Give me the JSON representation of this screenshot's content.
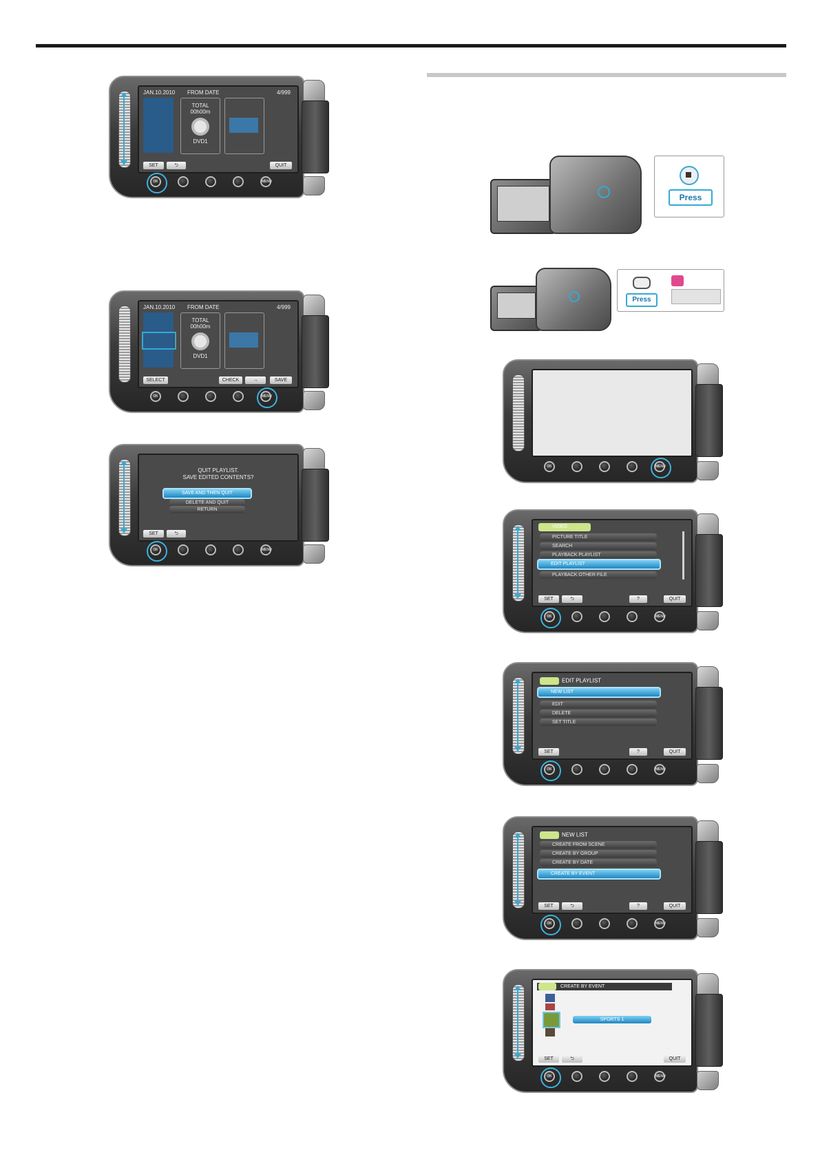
{
  "left_screens": {
    "s1": {
      "date": "JAN.10.2010",
      "mode": "FROM DATE",
      "count": "4/999",
      "total_label": "TOTAL",
      "total_time": "00h00m",
      "disc": "DVD1",
      "soft_set": "SET",
      "soft_back": "⮌",
      "soft_quit": "QUIT"
    },
    "s2": {
      "date": "JAN.10.2010",
      "mode": "FROM DATE",
      "count": "4/999",
      "total_label": "TOTAL",
      "total_time": "00h00m",
      "disc": "DVD1",
      "soft_select": "SELECT",
      "soft_check": "CHECK",
      "soft_arrow": "→",
      "soft_save": "SAVE"
    },
    "s3": {
      "line1": "QUIT PLAYLIST.",
      "line2": "SAVE EDITED CONTENTS?",
      "opt1": "SAVE AND THEN QUIT",
      "opt2": "DELETE AND QUIT",
      "opt3": "RETURN",
      "soft_set": "SET",
      "soft_back": "⮌"
    }
  },
  "right_screens": {
    "press_label": "Press",
    "menu": {
      "header": "VIDEO",
      "items": [
        "PICTURE TITLE",
        "SEARCH",
        "PLAYBACK PLAYLIST",
        "EDIT PLAYLIST",
        "PLAYBACK OTHER FILE"
      ],
      "soft_set": "SET",
      "soft_back": "⮌",
      "soft_help": "?",
      "soft_quit": "QUIT"
    },
    "edit": {
      "header": "EDIT PLAYLIST",
      "items": [
        "NEW LIST",
        "EDIT",
        "DELETE",
        "SET TITLE"
      ],
      "soft_set": "SET",
      "soft_help": "?",
      "soft_quit": "QUIT"
    },
    "newlist": {
      "header": "NEW LIST",
      "items": [
        "CREATE FROM SCENE",
        "CREATE BY GROUP",
        "CREATE BY DATE",
        "CREATE BY EVENT"
      ],
      "soft_set": "SET",
      "soft_back": "⮌",
      "soft_help": "?",
      "soft_quit": "QUIT"
    },
    "event": {
      "header": "CREATE BY EVENT",
      "selected": "SPORTS 1",
      "soft_set": "SET",
      "soft_back": "⮌",
      "soft_quit": "QUIT"
    }
  },
  "buttons": {
    "ok": "OK",
    "menu": "MENU"
  }
}
